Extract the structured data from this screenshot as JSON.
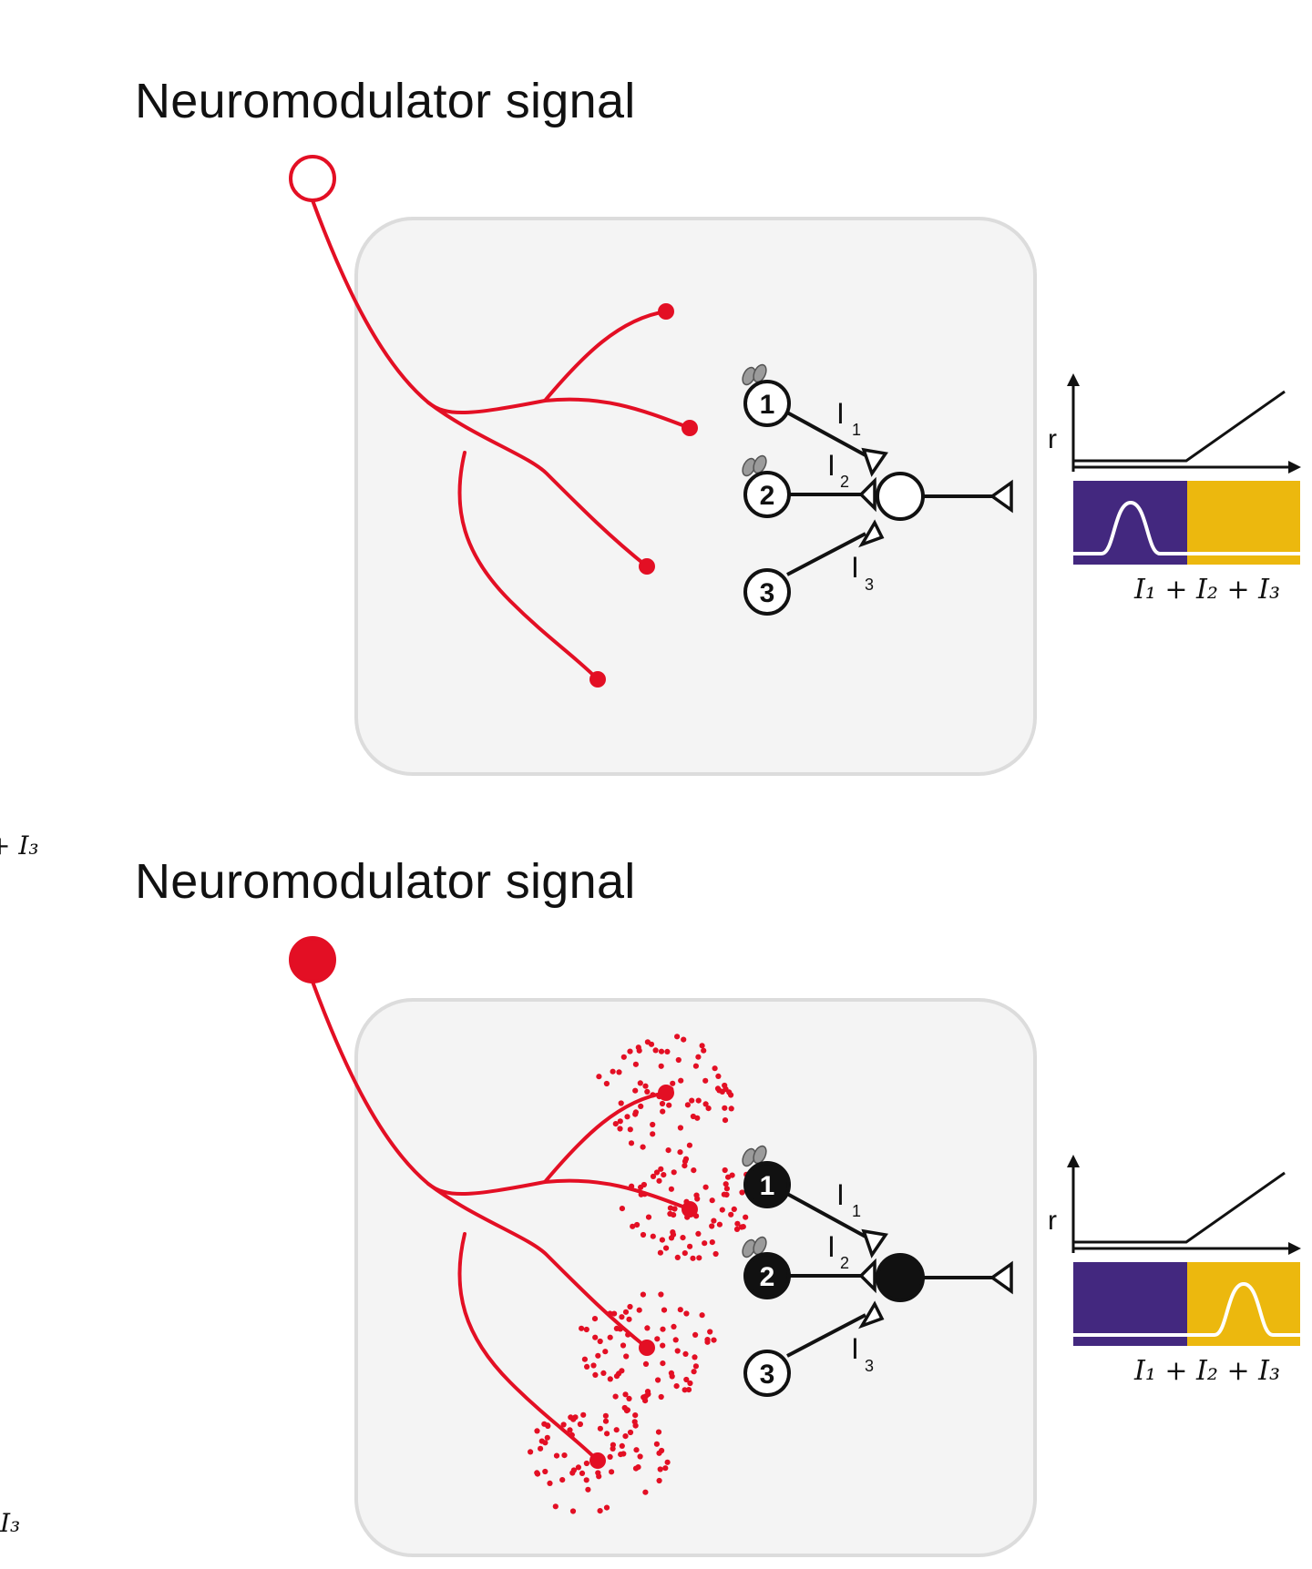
{
  "panels": [
    {
      "id": "top",
      "title": "Neuromodulator signal",
      "neuromodulator_active": false,
      "release_clouds": false,
      "input_neurons": [
        {
          "label": "1",
          "active": false,
          "tagged": true
        },
        {
          "label": "2",
          "active": false,
          "tagged": true
        },
        {
          "label": "3",
          "active": false,
          "tagged": false
        }
      ],
      "output_neuron_active": false,
      "input_labels": [
        "I",
        "I",
        "I"
      ],
      "input_label_subscripts": [
        "1",
        "2",
        "3"
      ],
      "rate_axis_label": "r",
      "activity_bump": "purple",
      "sum_label": "I₁ + I₂ + I₃"
    },
    {
      "id": "bottom",
      "title": "Neuromodulator signal",
      "neuromodulator_active": true,
      "release_clouds": true,
      "input_neurons": [
        {
          "label": "1",
          "active": true,
          "tagged": true
        },
        {
          "label": "2",
          "active": true,
          "tagged": true
        },
        {
          "label": "3",
          "active": false,
          "tagged": false
        }
      ],
      "output_neuron_active": true,
      "input_labels": [
        "I",
        "I",
        "I"
      ],
      "input_label_subscripts": [
        "1",
        "2",
        "3"
      ],
      "rate_axis_label": "r",
      "activity_bump": "yellow",
      "sum_label": "I₁ + I₂ + I₃"
    }
  ],
  "edge_fragments": [
    "+ I₃",
    "I₃"
  ],
  "colors": {
    "neuromodulator": "#e30f24",
    "box_fill": "#f4f4f4",
    "box_stroke": "#dcdcdc",
    "subthreshold": "#43287f",
    "suprathreshold": "#ecb80e",
    "tag": "#9b9b9b",
    "ink": "#111111"
  }
}
